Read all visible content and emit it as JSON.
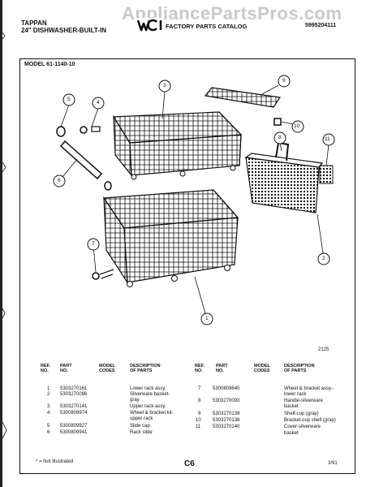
{
  "header": {
    "watermark": "AppliancePartsPros.com",
    "brand": "TAPPAN",
    "product": "24\" DISHWASHER-BUILT-IN",
    "logo_text": "WCI",
    "catalog": "FACTORY PARTS CATALOG",
    "catalog_number": "5995204111"
  },
  "model_line": "MODEL 61-1140-10",
  "diagram": {
    "callouts": [
      "1",
      "2",
      "3",
      "4",
      "5",
      "6",
      "7",
      "8",
      "9",
      "10",
      "11"
    ],
    "figure_number": "2125"
  },
  "table": {
    "headers": {
      "ref": "REF.\nNO.",
      "part": "PART\nNO.",
      "model": "MODEL\nCODES",
      "desc": "DESCRIPTION\nOF PARTS"
    },
    "left_rows": [
      {
        "ref": "1",
        "part": "5303270161",
        "desc": "Lower rack assy."
      },
      {
        "ref": "2",
        "part": "5303270096",
        "desc": "Silverware basket-"
      },
      {
        "ref": "",
        "part": "",
        "desc": "gray"
      },
      {
        "ref": "3",
        "part": "5303270141",
        "desc": "Upper rack assy."
      },
      {
        "ref": "4",
        "part": "5300809974",
        "desc": "Wheel & bracket kit-"
      },
      {
        "ref": "",
        "part": "",
        "desc": "upper rack"
      },
      {
        "ref": "5",
        "part": "5300809927",
        "desc": "Slide cap"
      },
      {
        "ref": "6",
        "part": "5300809941",
        "desc": "Rack slide"
      }
    ],
    "right_rows": [
      {
        "ref": "7",
        "part": "5300809640",
        "desc": "Wheel & bracket assy.-"
      },
      {
        "ref": "",
        "part": "",
        "desc": "lower rack"
      },
      {
        "ref": "8",
        "part": "5303270093",
        "desc": "Handle-silverware"
      },
      {
        "ref": "",
        "part": "",
        "desc": "basket"
      },
      {
        "ref": "9",
        "part": "5303270139",
        "desc": "Shelf-cup (gray)"
      },
      {
        "ref": "10",
        "part": "5303270138",
        "desc": "Bracket-cup shelf (gray)"
      },
      {
        "ref": "11",
        "part": "5303270140",
        "desc": "Cover-silverware"
      },
      {
        "ref": "",
        "part": "",
        "desc": "basket"
      }
    ]
  },
  "footer": {
    "note": "* = Not Illustrated",
    "page": "C6",
    "date": "3/91"
  }
}
